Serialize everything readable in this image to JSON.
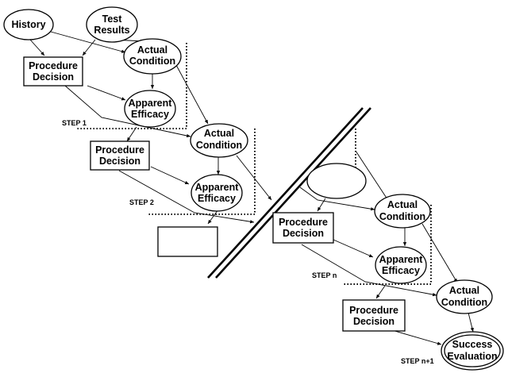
{
  "nodes": {
    "history": "History",
    "test_results": [
      "Test",
      "Results"
    ],
    "actual_condition": [
      "Actual",
      "Condition"
    ],
    "procedure_decision": [
      "Procedure",
      "Decision"
    ],
    "apparent_efficacy": [
      "Apparent",
      "Efficacy"
    ],
    "success_evaluation": [
      "Success",
      "Evaluation"
    ]
  },
  "steps": {
    "step1": "STEP 1",
    "step2": "STEP 2",
    "stepn": "STEP n",
    "stepn1": "STEP n+1"
  }
}
